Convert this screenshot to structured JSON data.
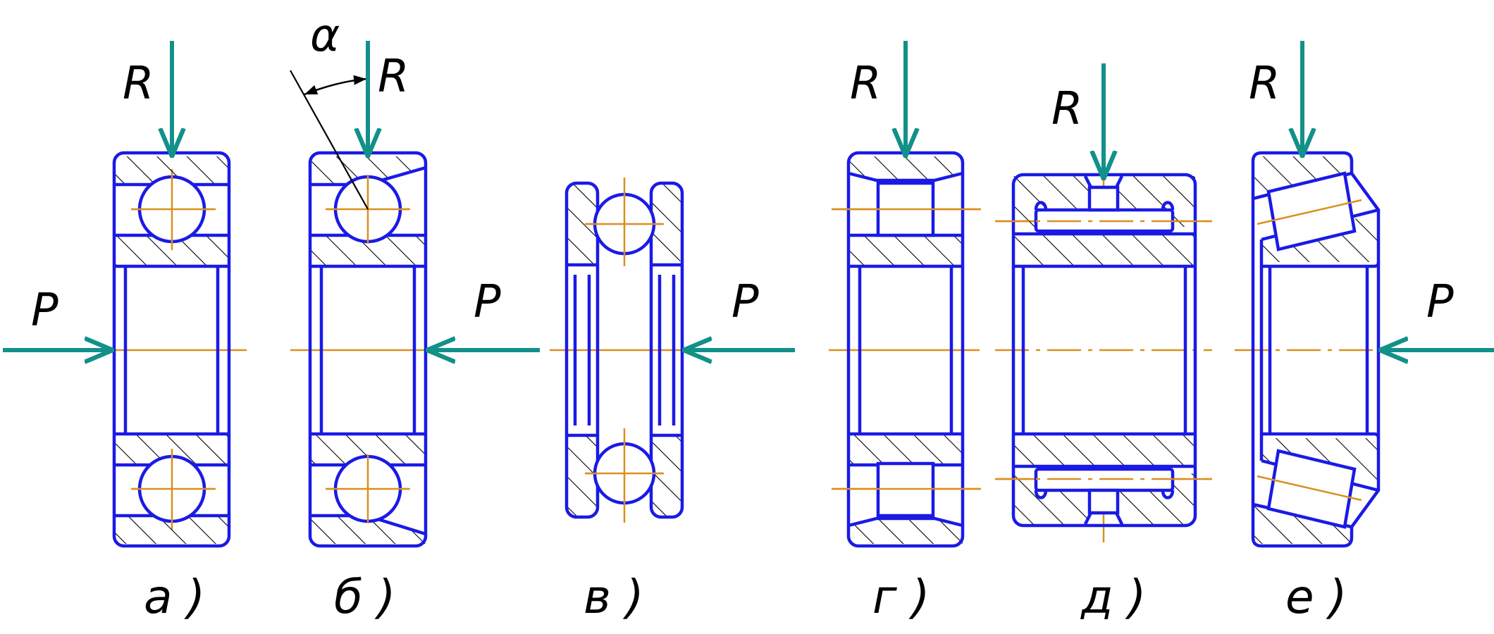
{
  "diagram": {
    "title": "Bearing load schemes",
    "colors": {
      "outline": "#1a1ae6",
      "hatch": "#000000",
      "axis": "#d9901f",
      "force": "#12908a",
      "text": "#000000"
    },
    "labels": {
      "radial_force": "R",
      "axial_force": "P",
      "angle": "α"
    },
    "captions": {
      "a": "а )",
      "b": "б )",
      "v": "в )",
      "g": "г )",
      "d": "д )",
      "e": "е )"
    }
  }
}
